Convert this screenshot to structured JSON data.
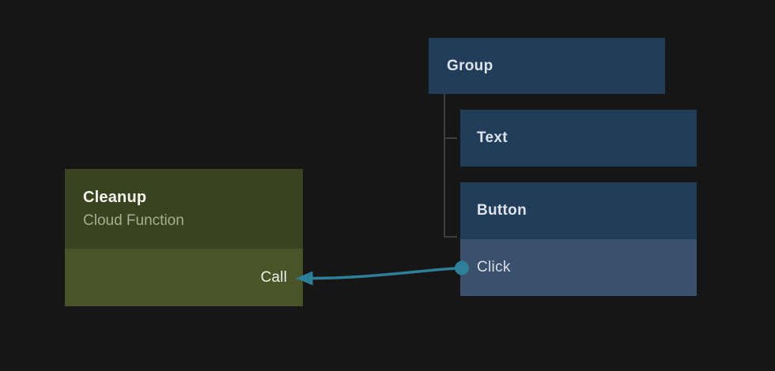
{
  "colors": {
    "canvas_bg": "#161616",
    "node_blue": "#223d59",
    "node_blue_light": "#3b506d",
    "node_olive_dark": "#3a431f",
    "node_olive_light": "#4a5429",
    "wire_teal": "#2d8097",
    "tree_line": "#3e3e3e",
    "text_bright": "#dde3ea",
    "text_muted_green": "#a4ae93"
  },
  "cloud_function_node": {
    "title": "Cleanup",
    "subtitle": "Cloud Function",
    "action_label": "Call"
  },
  "widget_tree": {
    "root": {
      "label": "Group"
    },
    "children": [
      {
        "label": "Text"
      },
      {
        "label": "Button",
        "event": {
          "label": "Click"
        }
      }
    ]
  },
  "connection": {
    "from_port": "Click",
    "to_port": "Call"
  }
}
